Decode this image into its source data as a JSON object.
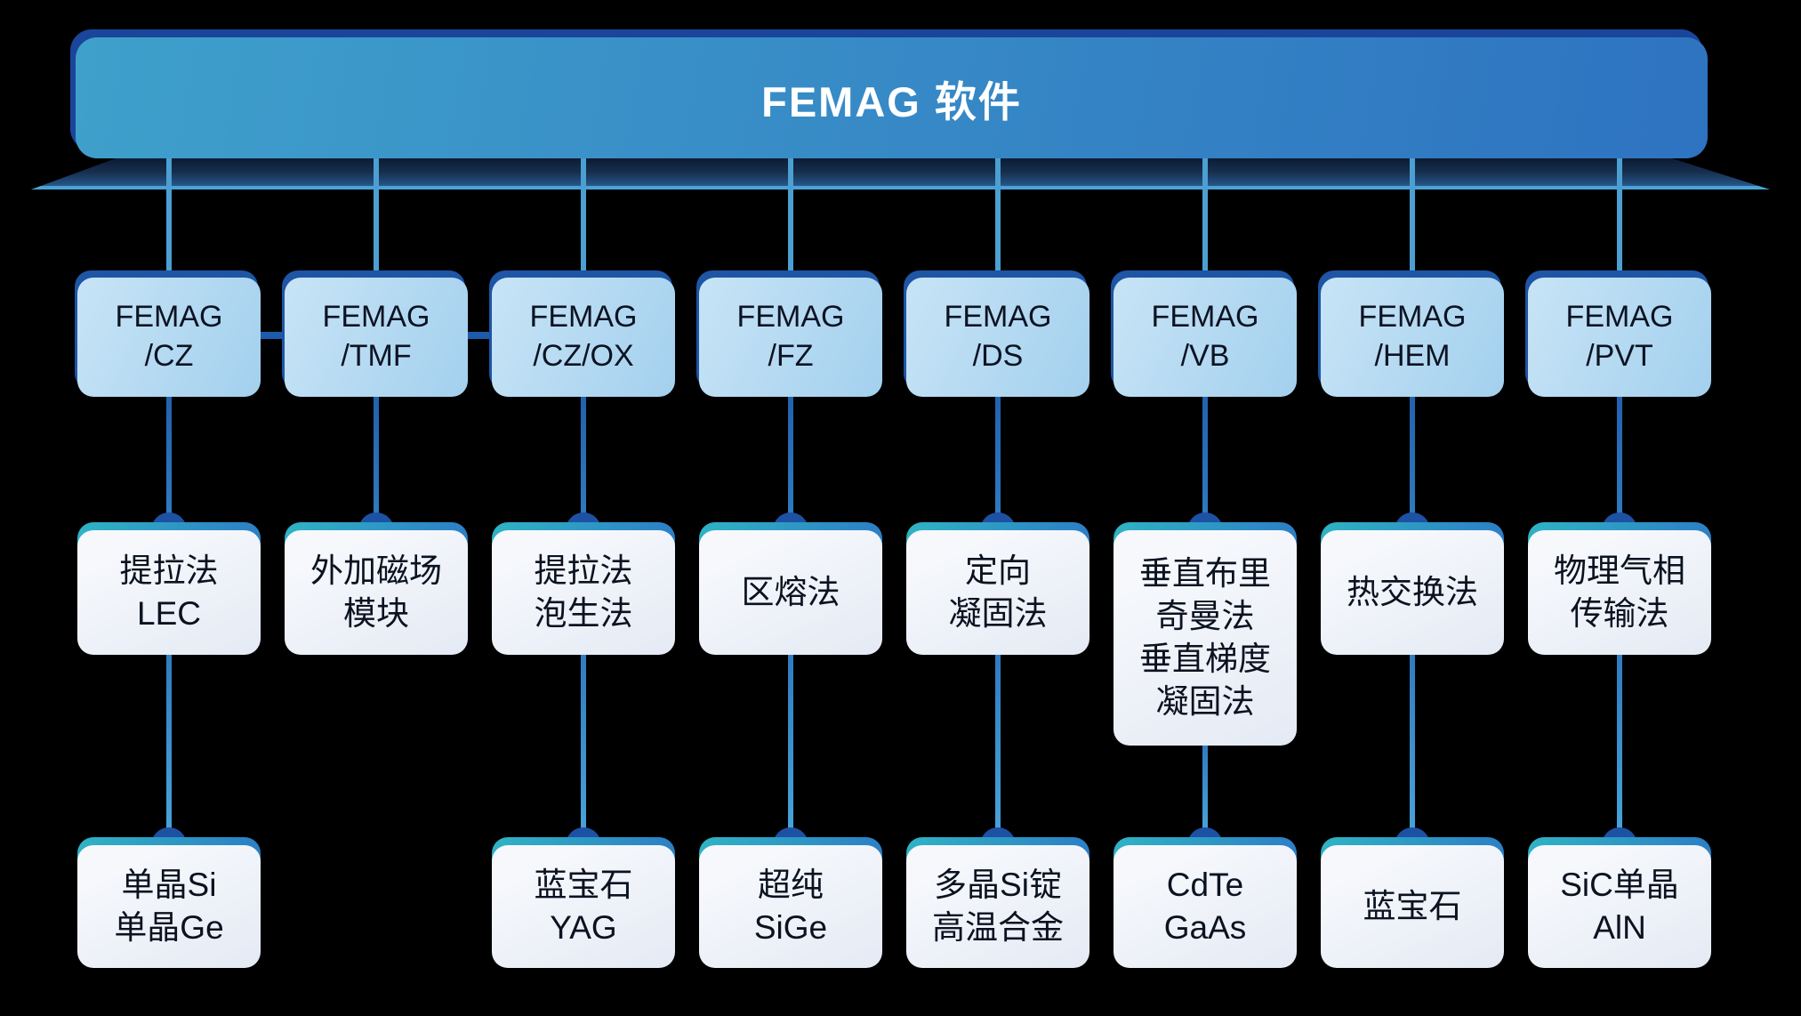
{
  "banner": {
    "title": "FEMAG 软件"
  },
  "columns": [
    {
      "id": "cz",
      "module": "FEMAG\n/CZ",
      "method": "提拉法\nLEC",
      "materials": "单晶Si\n单晶Ge"
    },
    {
      "id": "tmf",
      "module": "FEMAG\n/TMF",
      "method": "外加磁场\n模块",
      "materials": null
    },
    {
      "id": "cz-ox",
      "module": "FEMAG\n/CZ/OX",
      "method": "提拉法\n泡生法",
      "materials": "蓝宝石\nYAG"
    },
    {
      "id": "fz",
      "module": "FEMAG\n/FZ",
      "method": "区熔法",
      "materials": "超纯\nSiGe"
    },
    {
      "id": "ds",
      "module": "FEMAG\n/DS",
      "method": "定向\n凝固法",
      "materials": "多晶Si锭\n高温合金"
    },
    {
      "id": "vb",
      "module": "FEMAG\n/VB",
      "method": "垂直布里\n奇曼法\n垂直梯度\n凝固法",
      "materials": "CdTe\nGaAs"
    },
    {
      "id": "hem",
      "module": "FEMAG\n/HEM",
      "method": "热交换法",
      "materials": "蓝宝石"
    },
    {
      "id": "pvt",
      "module": "FEMAG\n/PVT",
      "method": "物理气相\n传输法",
      "materials": "SiC单晶\nAlN"
    }
  ],
  "colors": {
    "bg": "#000000",
    "banner-grad-left": "#3FA0CB",
    "banner-grad-right": "#2E73C1",
    "banner-edge": "#1A459A",
    "banner-title-color": "#FFFFFF",
    "beam-top": "#0D1B34",
    "beam-bottom-line": "#4AA2D6",
    "conn-light": "#4C9FD2",
    "conn-dark": "#2262AE",
    "conn-mid": "#2F7CC0",
    "conn-lighter": "#48A3D9",
    "bump": "#1D51A3",
    "module-fill-1": "#C8E4F6",
    "module-fill-2": "#A3D0EE",
    "module-edge": "#1E55A4",
    "module-text": "#0C1322",
    "node-fill-1": "#F6F8FC",
    "node-fill-2": "#E4EAF4",
    "node-strip-left": "#2FB3C4",
    "node-strip-right": "#2C7FC5",
    "node-text": "#0B1220",
    "h-conn": "#1D5CAC"
  }
}
